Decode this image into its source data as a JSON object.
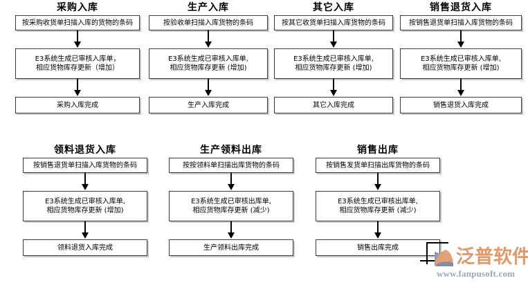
{
  "diagram": {
    "type": "flowchart",
    "title": "",
    "rows": [
      {
        "columns": [
          {
            "title": "采购入库",
            "steps": [
              "按采购收货单扫描入库的货物的条码",
              "E3系统生成已审核入库单，\n相应货物库存更新（增加）",
              "采购入库完成"
            ]
          },
          {
            "title": "生产入库",
            "steps": [
              "按验收单扫描入库货物的条码",
              "E3系统生成已审核入库单,\n相应货物库存更新 (增加)",
              "生产入库完成"
            ]
          },
          {
            "title": "其它入库",
            "steps": [
              "按其它收货单扫描入库货物的条码",
              "E3系统生成已审核入库单,\n相应货物库存更新 (增加)",
              "其它入库完成"
            ]
          },
          {
            "title": "销售退货入库",
            "steps": [
              "按销售退货单扫描入库货物的条码",
              "E3系统生成已审核入库单,\n相应货物库存更新 (增加)",
              "销售退货入库完成"
            ]
          }
        ]
      },
      {
        "columns": [
          {
            "title": "领料退货入库",
            "steps": [
              "按销售退货单扫描入库货物的条码",
              "E3系统生成已审核入库单,\n相应货物库存更新 (增加)",
              "领料退货入库完成"
            ]
          },
          {
            "title": "生产领料出库",
            "steps": [
              "按按领料单扫描出库货物的条码",
              "E3系统生成已审核出库单,\n相应货物库存更新 (减少)",
              "生产领料出库完成"
            ]
          },
          {
            "title": "销售出库",
            "steps": [
              "按销售发货单扫描出库货物的条码",
              "E3系统生成已审核出库单,\n相应货物库存更新 (减少)",
              "销售出库完成"
            ]
          }
        ]
      }
    ]
  },
  "watermark": {
    "brand_cn": "泛普软件",
    "url": "www.fanpusoft.com",
    "brand_color": "#e09a6a",
    "url_color": "#9aa7bd"
  },
  "colors": {
    "node_border": "#3a3a3a",
    "node_shadow": "#c9c9c9",
    "arrow": "#000000",
    "background": "#ffffff",
    "text": "#000000"
  }
}
